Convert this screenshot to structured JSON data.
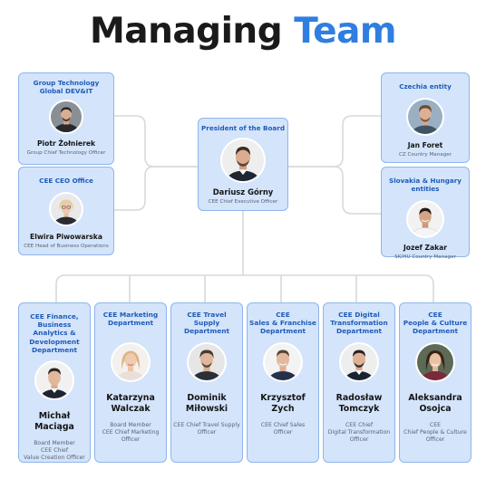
{
  "title": {
    "main": "Managing",
    "accent": "Team"
  },
  "colors": {
    "accent": "#2f7ee0",
    "card_bg": "#d3e4fb",
    "card_border": "#8fb6ea",
    "dept_text": "#1f5bb8"
  },
  "president": {
    "dept": "President of the Board",
    "name": "Dariusz Górny",
    "role": "CEE Chief Executive Officer"
  },
  "left": [
    {
      "dept": "Group Technology\nGlobal DEV&IT",
      "name": "Piotr Żołnierek",
      "role": "Group Chief Technology Officer"
    },
    {
      "dept": "CEE CEO Office",
      "name": "Elwira Piwowarska",
      "role": "CEE Head of Business Operations"
    }
  ],
  "right": [
    {
      "dept": "Czechia entity",
      "name": "Jan Foret",
      "role": "CZ Country Manager"
    },
    {
      "dept": "Slovakia & Hungary entities",
      "name": "Jozef Zakar",
      "role": "SK/HU Country Manager"
    }
  ],
  "departments": [
    {
      "dept": "CEE Finance, Business\nAnalytics & Development\nDepartment",
      "name": "Michał\nMaciąga",
      "role": "Board Member\nCEE Chief\nValue Creation Officer"
    },
    {
      "dept": "CEE Marketing\nDepartment",
      "name": "Katarzyna\nWalczak",
      "role": "Board Member\nCEE Chief Marketing\nOfficer"
    },
    {
      "dept": "CEE Travel\nSupply\nDepartment",
      "name": "Dominik\nMiłowski",
      "role": "CEE Chief Travel Supply\nOfficer"
    },
    {
      "dept": "CEE\nSales & Franchise\nDepartment",
      "name": "Krzysztof\nZych",
      "role": "CEE Chief Sales\nOfficer"
    },
    {
      "dept": "CEE Digital\nTransformation\nDepartment",
      "name": "Radosław\nTomczyk",
      "role": "CEE Chief\nDigital Transformation\nOfficer"
    },
    {
      "dept": "CEE\nPeople & Culture\nDepartment",
      "name": "Aleksandra\nOsojca",
      "role": "CEE\nChief People & Culture\nOfficer"
    }
  ]
}
